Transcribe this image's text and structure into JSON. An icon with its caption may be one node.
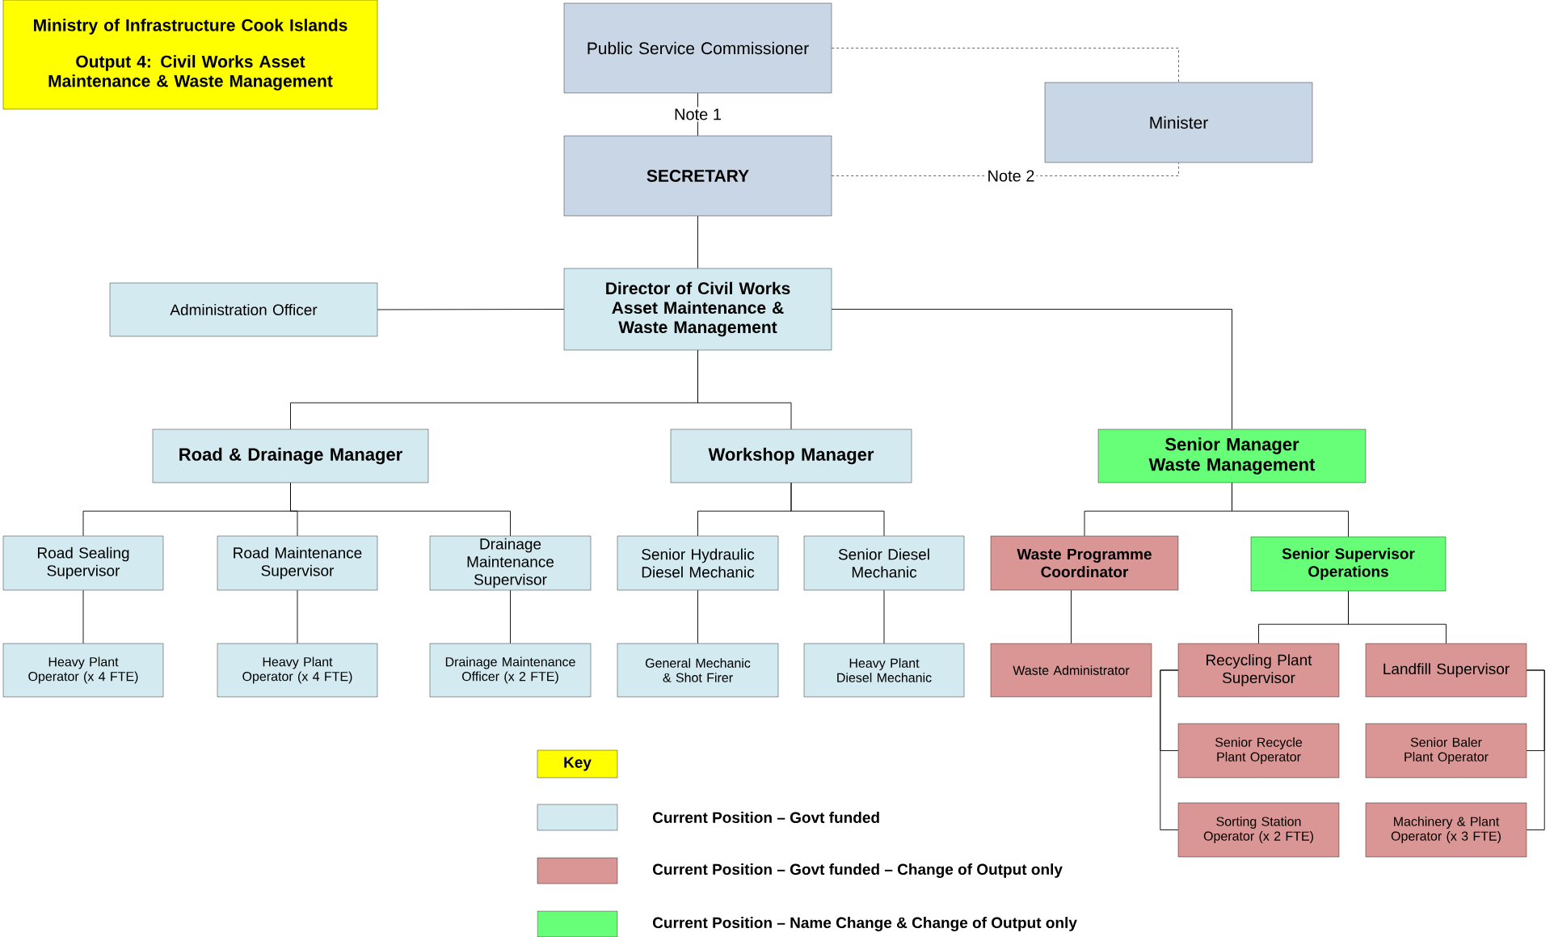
{
  "diagram": {
    "nodes": [
      {
        "text": [
          "Ministry of Infrastructure Cook Islands",
          "Output 4: Civil Works Asset Maintenance & Waste Management"
        ]
      },
      {
        "text": [
          "Public Service Commissioner"
        ]
      },
      {
        "text": [
          "Minister"
        ]
      },
      {
        "text": [
          "SECRETARY"
        ]
      },
      {
        "text": [
          "Administration Officer"
        ]
      },
      {
        "text": [
          "Director of Civil Works Asset Maintenance & Waste Management"
        ]
      },
      {
        "text": [
          "Road & Drainage Manager"
        ]
      },
      {
        "text": [
          "Workshop Manager"
        ]
      },
      {
        "text": [
          "Senior Manager Waste Management"
        ]
      },
      {
        "text": [
          "Road Sealing Supervisor"
        ]
      },
      {
        "text": [
          "Road Maintenance Supervisor"
        ]
      },
      {
        "text": [
          "Drainage Maintenance Supervisor"
        ]
      },
      {
        "text": [
          "Senior Hydraulic Diesel Mechanic"
        ]
      },
      {
        "text": [
          "Senior Diesel Mechanic"
        ]
      },
      {
        "text": [
          "Waste Programme Coordinator"
        ]
      },
      {
        "text": [
          "Senior Supervisor Operations"
        ]
      },
      {
        "text": [
          "Heavy Plant Operator (x 4 FTE)"
        ]
      },
      {
        "text": [
          "Heavy Plant Operator (x 4 FTE)"
        ]
      },
      {
        "text": [
          "Drainage Maintenance Officer (x 2 FTE)"
        ]
      },
      {
        "text": [
          "General Mechanic & Shot Firer"
        ]
      },
      {
        "text": [
          "Heavy Plant Diesel Mechanic"
        ]
      },
      {
        "text": [
          "Waste Administrator"
        ]
      },
      {
        "text": [
          "Recycling Plant Supervisor"
        ]
      },
      {
        "text": [
          "Landfill Supervisor"
        ]
      },
      {
        "text": [
          "Senior Recycle Plant Operator"
        ]
      },
      {
        "text": [
          "Senior Baler Plant Operator"
        ]
      },
      {
        "text": [
          "Sorting Station Operator (x 2 FTE)"
        ]
      },
      {
        "text": [
          "Machinery & Plant Operator (x 3 FTE)"
        ]
      },
      {
        "text": [
          "Key"
        ]
      }
    ],
    "edges": [
      {
        "from": 1,
        "to": 3,
        "arrow": "none",
        "label": "Note 1"
      },
      {
        "from": 1,
        "to": 2,
        "arrow": "none",
        "style": "dashed"
      },
      {
        "from": 3,
        "to": 2,
        "arrow": "none",
        "style": "dashed",
        "label": "Note 2"
      },
      {
        "from": 3,
        "to": 5,
        "arrow": "none"
      },
      {
        "from": 5,
        "to": 4,
        "arrow": "none"
      },
      {
        "from": 5,
        "to": 6,
        "arrow": "none"
      },
      {
        "from": 5,
        "to": 7,
        "arrow": "none"
      },
      {
        "from": 5,
        "to": 8,
        "arrow": "none"
      },
      {
        "from": 6,
        "to": 9,
        "arrow": "none"
      },
      {
        "from": 6,
        "to": 10,
        "arrow": "none"
      },
      {
        "from": 6,
        "to": 11,
        "arrow": "none"
      },
      {
        "from": 7,
        "to": 12,
        "arrow": "none"
      },
      {
        "from": 7,
        "to": 13,
        "arrow": "none"
      },
      {
        "from": 8,
        "to": 14,
        "arrow": "none"
      },
      {
        "from": 8,
        "to": 15,
        "arrow": "none"
      },
      {
        "from": 9,
        "to": 16,
        "arrow": "none"
      },
      {
        "from": 10,
        "to": 17,
        "arrow": "none"
      },
      {
        "from": 11,
        "to": 18,
        "arrow": "none"
      },
      {
        "from": 12,
        "to": 19,
        "arrow": "none"
      },
      {
        "from": 13,
        "to": 20,
        "arrow": "none"
      },
      {
        "from": 14,
        "to": 21,
        "arrow": "none"
      },
      {
        "from": 15,
        "to": 22,
        "arrow": "none"
      },
      {
        "from": 15,
        "to": 23,
        "arrow": "none"
      },
      {
        "from": 22,
        "to": 24,
        "arrow": "none"
      },
      {
        "from": 22,
        "to": 26,
        "arrow": "none"
      },
      {
        "from": 23,
        "to": 25,
        "arrow": "none"
      },
      {
        "from": 23,
        "to": 27,
        "arrow": "none"
      }
    ],
    "legend": [
      {
        "text": "Current Position – Govt funded",
        "color": "#d3eaf0"
      },
      {
        "text": "Current Position – Govt funded – Change of Output only",
        "color": "#d99694"
      },
      {
        "text": "Current Position – Name Change & Change of Output only",
        "color": "#66ff77"
      }
    ]
  }
}
